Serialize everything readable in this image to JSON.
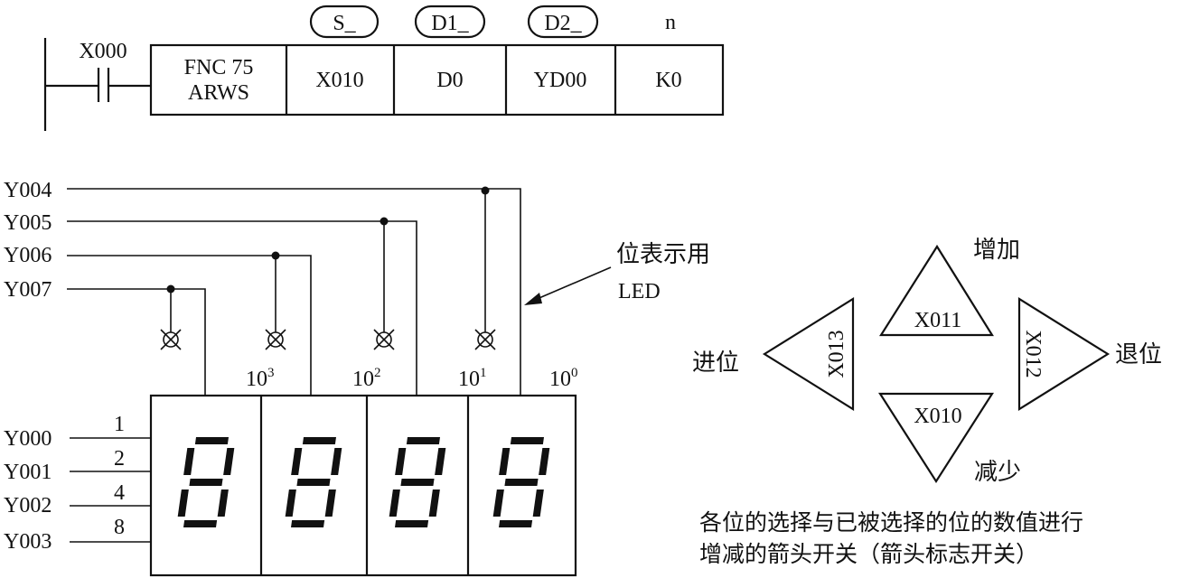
{
  "ladder": {
    "contact": "X000",
    "instruction_line1": "FNC 75",
    "instruction_line2": "ARWS",
    "operands": [
      {
        "header": "S_",
        "value": "X010"
      },
      {
        "header": "D1_",
        "value": "D0"
      },
      {
        "header": "D2_",
        "value": "YD00"
      },
      {
        "header": "n",
        "value": "K0"
      }
    ]
  },
  "digit_lines": [
    "Y004",
    "Y005",
    "Y006",
    "Y007"
  ],
  "led_label_line1": "位表示用",
  "led_label_line2": "LED",
  "place_values": [
    {
      "base": "10",
      "exp": "3"
    },
    {
      "base": "10",
      "exp": "2"
    },
    {
      "base": "10",
      "exp": "1"
    },
    {
      "base": "10",
      "exp": "0"
    }
  ],
  "bcd_lines": [
    {
      "output": "Y000",
      "weight": "1"
    },
    {
      "output": "Y001",
      "weight": "2"
    },
    {
      "output": "Y002",
      "weight": "4"
    },
    {
      "output": "Y003",
      "weight": "8"
    }
  ],
  "arrow_keys": {
    "up": {
      "input": "X011",
      "label": "增加"
    },
    "down": {
      "input": "X010",
      "label": "减少"
    },
    "left": {
      "input": "X013",
      "label": "进位"
    },
    "right": {
      "input": "X012",
      "label": "退位"
    }
  },
  "caption_line1": "各位的选择与已被选择的位的数值进行",
  "caption_line2": "增减的箭头开关（箭头标志开关）"
}
